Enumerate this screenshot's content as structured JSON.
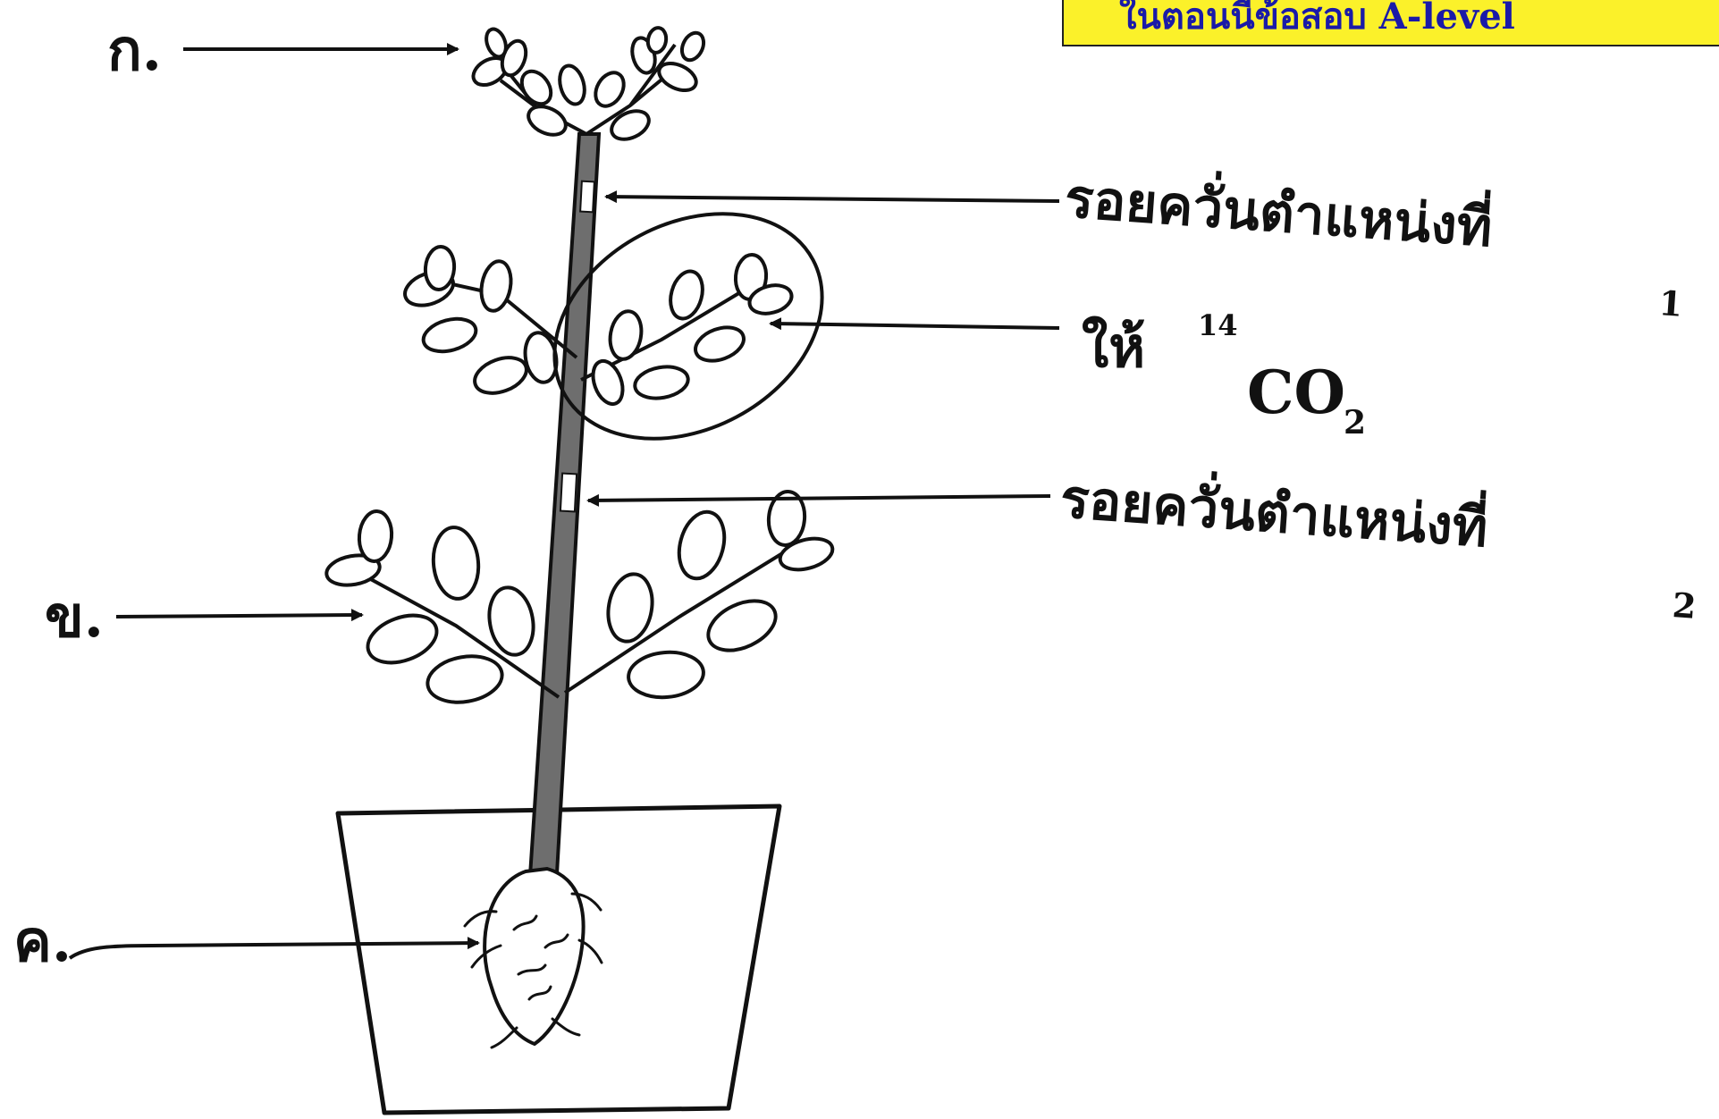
{
  "banner": {
    "text": "ในตอนนี้ข้อสอบ A-level"
  },
  "labels": {
    "a": "ก.",
    "b": "ข.",
    "c": "ค.",
    "girdle1": "รอยควั่นตำแหน่งที่",
    "girdle1_num": "1",
    "girdle2": "รอยควั่นตำแหน่งที่",
    "girdle2_num": "2",
    "give": "ให้",
    "isotope": "14",
    "co": "CO",
    "sub": "2"
  }
}
